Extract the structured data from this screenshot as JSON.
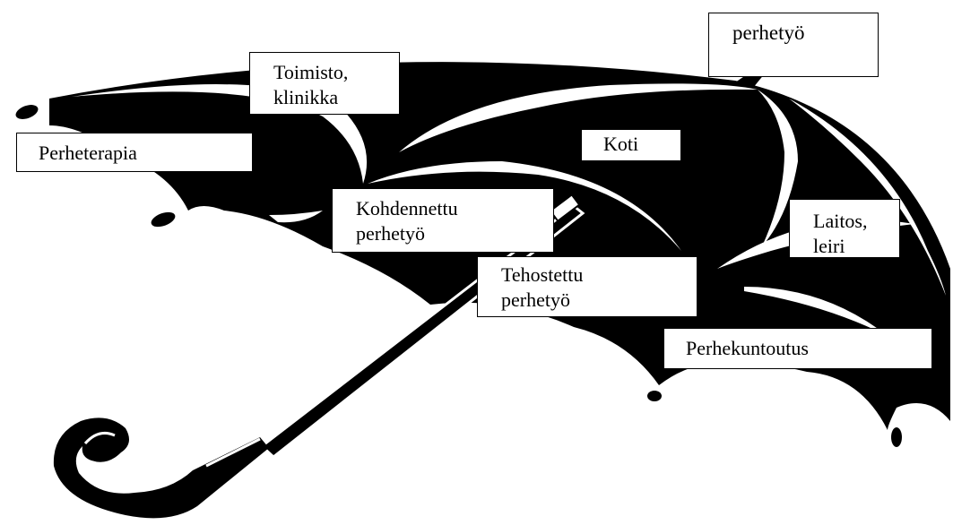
{
  "diagram": {
    "top_label": "perhetyö",
    "labels": {
      "toimisto": "Toimisto,\nklinikka",
      "perheterapia": "Perheterapia",
      "koti": "Koti",
      "kohdennettu": "Kohdennettu\nperhetyö",
      "laitos": "Laitos,\nleiri",
      "tehostettu": "Tehostettu\nperhetyö",
      "perhekuntoutus": "Perhekuntoutus"
    },
    "colors": {
      "canopy": "#000000",
      "rib_highlight": "#ffffff",
      "label_bg": "#ffffff",
      "label_border": "#000000"
    }
  }
}
